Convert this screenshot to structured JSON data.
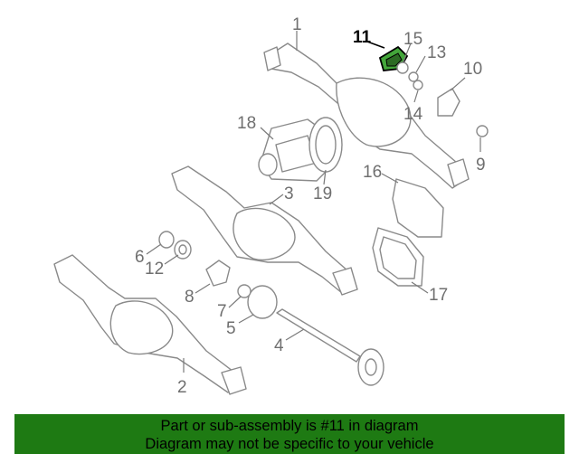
{
  "diagram": {
    "callouts": [
      {
        "id": "c1",
        "label": "1"
      },
      {
        "id": "c2",
        "label": "2"
      },
      {
        "id": "c3",
        "label": "3"
      },
      {
        "id": "c4",
        "label": "4"
      },
      {
        "id": "c5",
        "label": "5"
      },
      {
        "id": "c6",
        "label": "6"
      },
      {
        "id": "c7",
        "label": "7"
      },
      {
        "id": "c8",
        "label": "8"
      },
      {
        "id": "c9",
        "label": "9"
      },
      {
        "id": "c10",
        "label": "10"
      },
      {
        "id": "c11",
        "label": "11"
      },
      {
        "id": "c12",
        "label": "12"
      },
      {
        "id": "c13",
        "label": "13"
      },
      {
        "id": "c14",
        "label": "14"
      },
      {
        "id": "c15",
        "label": "15"
      },
      {
        "id": "c16",
        "label": "16"
      },
      {
        "id": "c17",
        "label": "17"
      },
      {
        "id": "c18",
        "label": "18"
      },
      {
        "id": "c19",
        "label": "19"
      }
    ],
    "highlighted_callout": "11",
    "highlight_color": "#43a63a"
  },
  "banner": {
    "line1": "Part or sub-assembly is #11 in diagram",
    "line2": "Diagram may not be specific to your vehicle",
    "background_color": "#1e7a13"
  }
}
